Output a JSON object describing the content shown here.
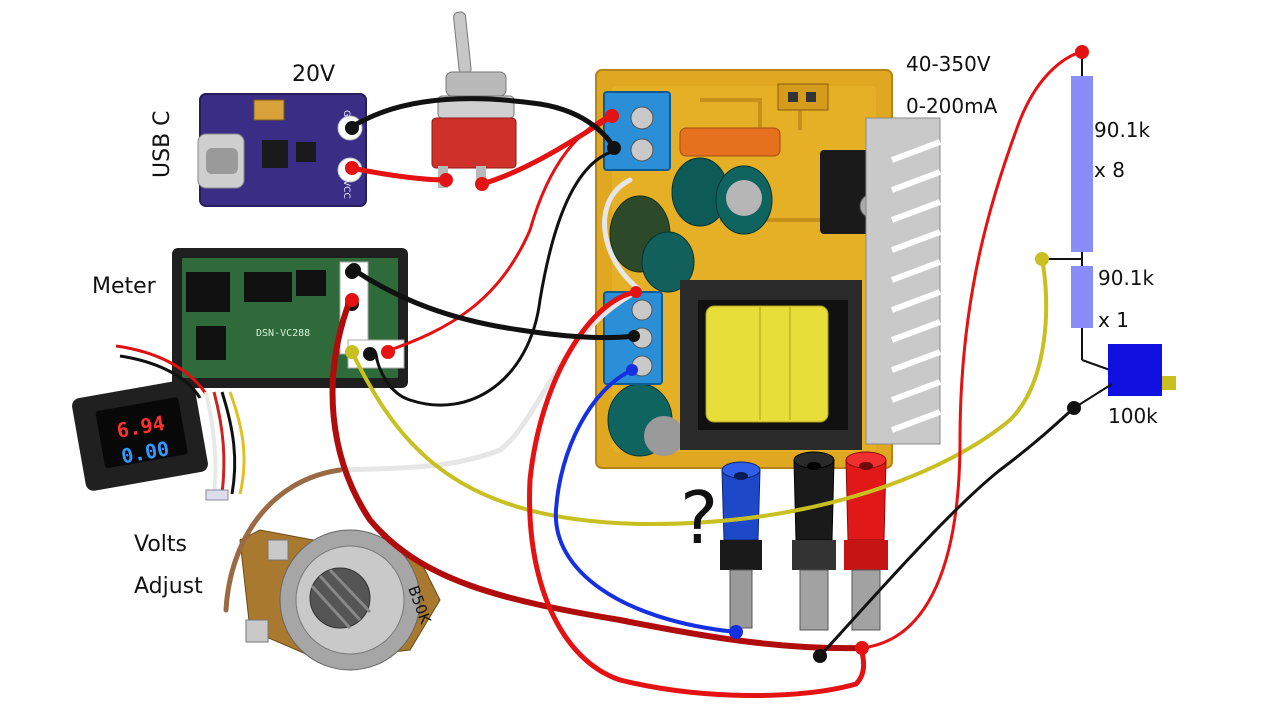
{
  "labels": {
    "usb_c": "USB C",
    "voltage_20v": "20V",
    "range_voltage": "40-350V",
    "range_current": "0-200mA",
    "meter": "Meter",
    "volts": "Volts",
    "adjust": "Adjust",
    "r_top_value": "90.1k",
    "r_top_count": "x 8",
    "r_bottom_value": "90.1k",
    "r_bottom_count": "x 1",
    "pot_100k": "100k",
    "question": "?"
  },
  "module_text": {
    "usb_board_gnd": "GND",
    "usb_board_vcc": "VCC",
    "meter_board_model": "DSN-VC288",
    "meter_display_volts": "6.94",
    "meter_display_amps": "0.00",
    "pot_marking": "B50K"
  },
  "colors": {
    "wire_red": "#e41212",
    "wire_dark_red": "#b00c0c",
    "wire_black": "#111111",
    "wire_blue": "#1530e0",
    "wire_yellow": "#c8c020",
    "wire_white": "#e6e6e6",
    "resistor": "#8a8cf8",
    "pot_100k": "#1010e0",
    "usb_board": "#3a2d86",
    "hv_board": "#e0a820",
    "meter_board": "#2e6a3a",
    "terminal_blue": "#2a8fd6",
    "heatsink": "#c9c9c9"
  }
}
